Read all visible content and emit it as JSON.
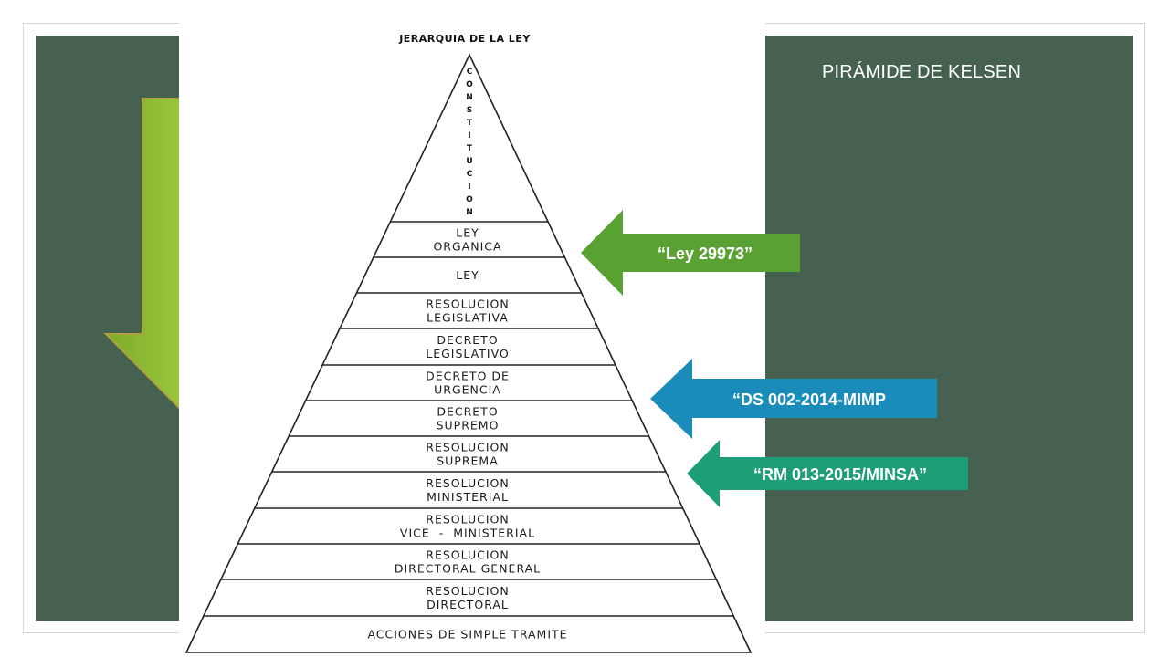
{
  "slide": {
    "title": "PIRÁMIDE DE KELSEN"
  },
  "pyramid": {
    "title": "JERARQUIA DE LA LEY",
    "apex": "CONSTITUCION",
    "levels": [
      {
        "lines": [
          "LEY",
          "ORGANICA"
        ]
      },
      {
        "lines": [
          "LEY"
        ]
      },
      {
        "lines": [
          "RESOLUCION",
          "LEGISLATIVA"
        ]
      },
      {
        "lines": [
          "DECRETO",
          "LEGISLATIVO"
        ]
      },
      {
        "lines": [
          "DECRETO DE",
          "URGENCIA"
        ]
      },
      {
        "lines": [
          "DECRETO",
          "SUPREMO"
        ]
      },
      {
        "lines": [
          "RESOLUCION",
          "SUPREMA"
        ]
      },
      {
        "lines": [
          "RESOLUCION",
          "MINISTERIAL"
        ]
      },
      {
        "lines": [
          "RESOLUCION",
          "VICE  -  MINISTERIAL"
        ]
      },
      {
        "lines": [
          "RESOLUCION",
          "DIRECTORAL GENERAL"
        ]
      },
      {
        "lines": [
          "RESOLUCION",
          "DIRECTORAL"
        ]
      },
      {
        "lines": [
          "ACCIONES DE SIMPLE TRAMITE"
        ]
      }
    ]
  },
  "callouts": [
    {
      "label": "“Ley 29973”",
      "color": "#5aa133",
      "points_to": "LEY ORGANICA"
    },
    {
      "label": "“DS 002-2014-MIMP",
      "color": "#1a8cba",
      "points_to": "DECRETO SUPREMO"
    },
    {
      "label": "“RM 013-2015/MINSA”",
      "color": "#1e9e78",
      "points_to": "RESOLUCION MINISTERIAL"
    }
  ],
  "colors": {
    "background_panel": "#476151",
    "big_arrow": "#8cb833"
  }
}
